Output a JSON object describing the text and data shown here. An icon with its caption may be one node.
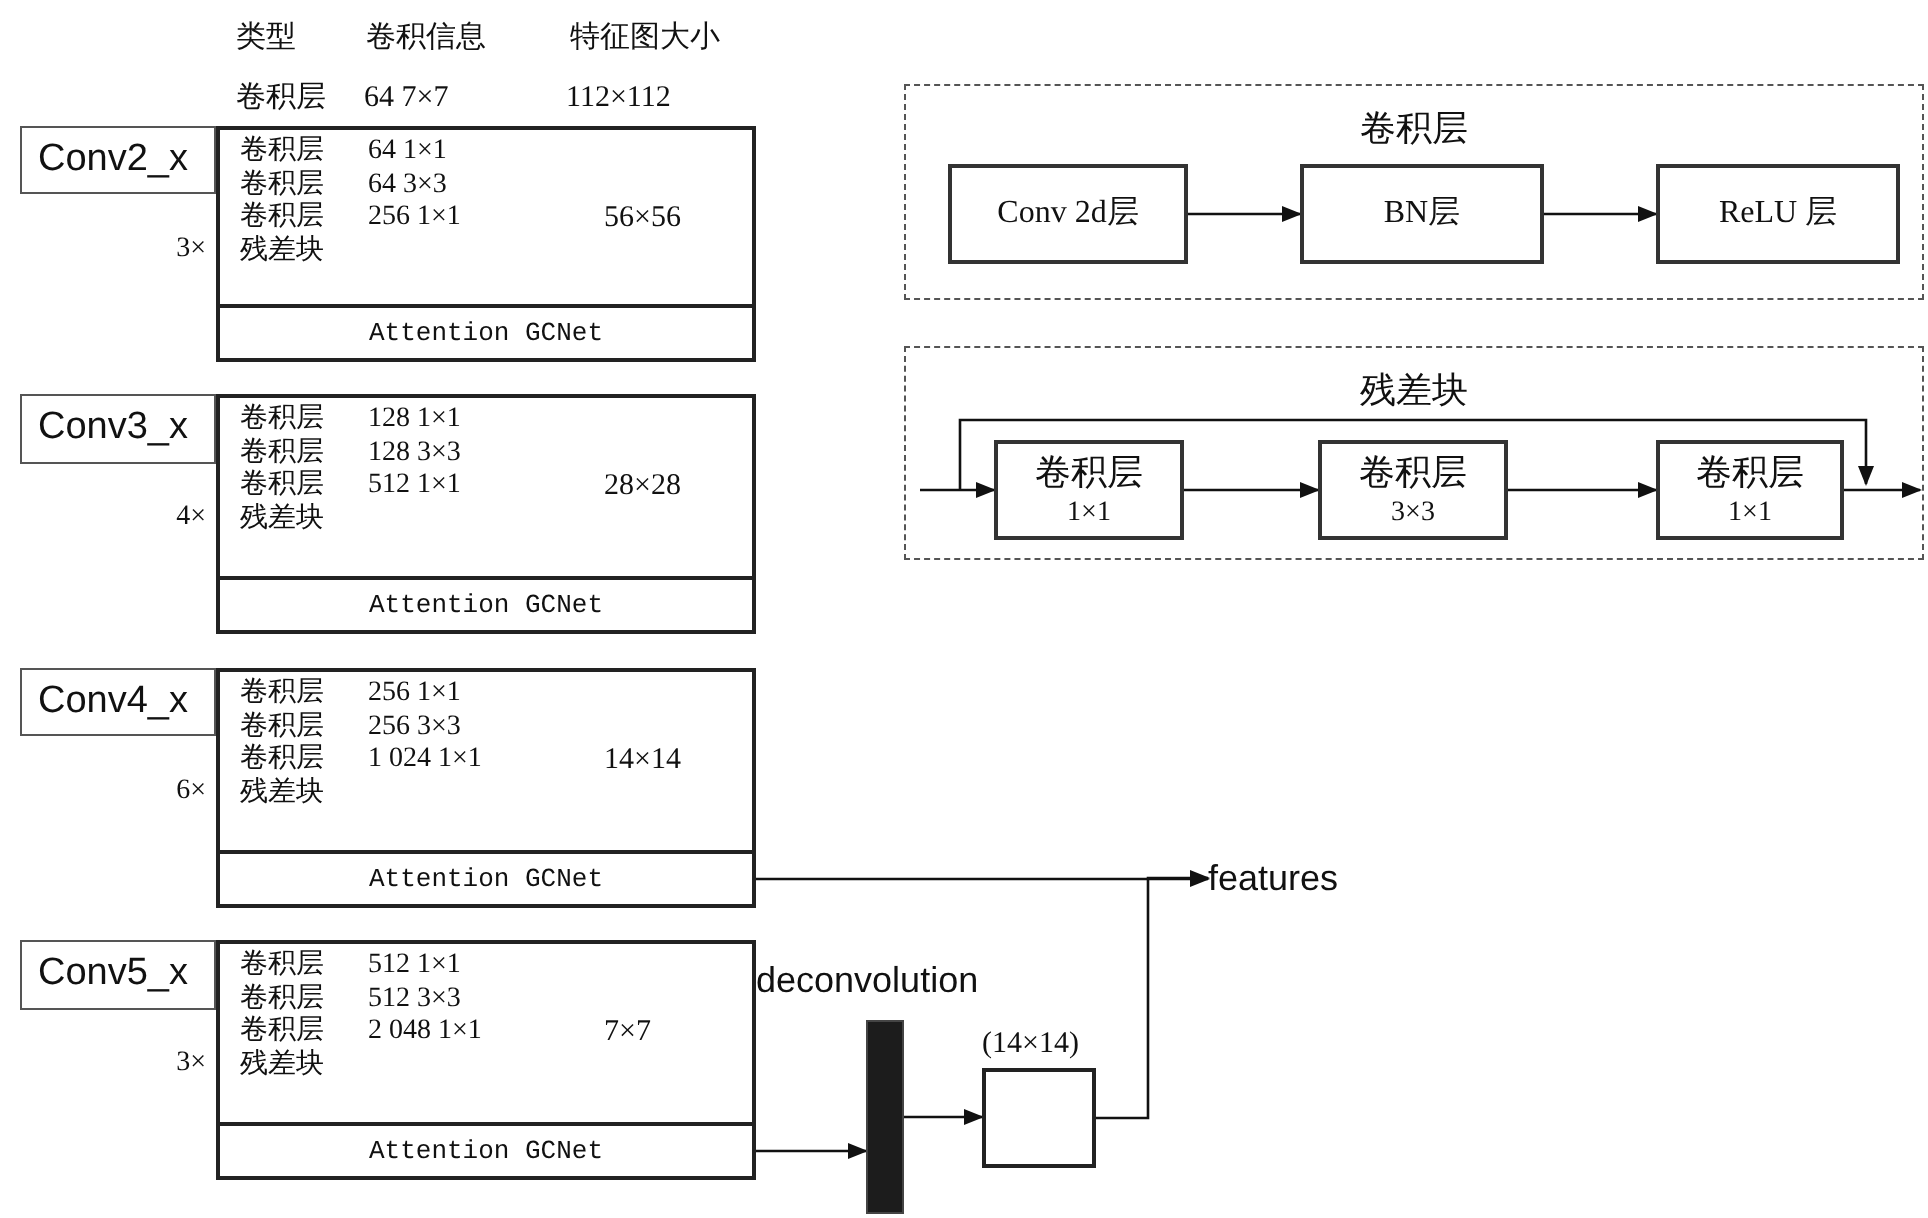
{
  "diagram": {
    "nodes": [
      {
        "text": [
          "Conv2_x"
        ],
        "beside": [
          "3×"
        ]
      },
      {
        "text": [
          "卷积层",
          "64 1×1",
          "卷积层",
          "64 3×3",
          "卷积层",
          "256 1×1",
          "残差块",
          "56×56"
        ]
      },
      {
        "text": [
          "Attention GCNet"
        ],
        "in": 1
      },
      {
        "text": [
          "Conv3_x"
        ],
        "beside": [
          "4×"
        ]
      },
      {
        "text": [
          "卷积层",
          "128 1×1",
          "卷积层",
          "128 3×3",
          "卷积层",
          "512 1×1",
          "残差块",
          "28×28"
        ]
      },
      {
        "text": [
          "Attention GCNet"
        ],
        "in": 4
      },
      {
        "text": [
          "Conv4_x"
        ],
        "beside": [
          "6×"
        ]
      },
      {
        "text": [
          "卷积层",
          "256 1×1",
          "卷积层",
          "256 3×3",
          "卷积层",
          "1 024 1×1",
          "残差块",
          "14×14"
        ]
      },
      {
        "text": [
          "Attention GCNet"
        ],
        "in": 7
      },
      {
        "text": [
          "Conv5_x"
        ],
        "beside": [
          "3×"
        ]
      },
      {
        "text": [
          "卷积层",
          "512 1×1",
          "卷积层",
          "512 3×3",
          "卷积层",
          "2 048 1×1",
          "残差块",
          "7×7"
        ]
      },
      {
        "text": [
          "Attention GCNet"
        ],
        "in": 10
      },
      {
        "text": [],
        "shape": "bar",
        "beside": [
          "deconvolution"
        ]
      },
      {
        "text": [],
        "shape": "box",
        "beside": [
          "(14×14)"
        ]
      },
      {
        "text": [
          "features"
        ]
      },
      {
        "text": [
          "卷积层"
        ]
      },
      {
        "text": [
          "Conv 2d层"
        ],
        "in": 15
      },
      {
        "text": [
          "BN层"
        ],
        "in": 15
      },
      {
        "text": [
          "ReLU 层"
        ],
        "in": 15
      },
      {
        "text": [
          "残差块"
        ]
      },
      {
        "text": [
          "卷积层",
          "1×1"
        ],
        "in": 19
      },
      {
        "text": [
          "卷积层",
          "3×3"
        ],
        "in": 19
      },
      {
        "text": [
          "卷积层",
          "1×1"
        ],
        "in": 19
      }
    ],
    "edges": [
      {
        "from": 8,
        "to": 14,
        "arrow": "to"
      },
      {
        "from": 11,
        "to": 12,
        "arrow": "to"
      },
      {
        "from": 12,
        "to": 13,
        "arrow": "to"
      },
      {
        "from": 13,
        "to": 14,
        "arrow": "to"
      },
      {
        "from": 16,
        "to": 17,
        "arrow": "to"
      },
      {
        "from": 17,
        "to": 18,
        "arrow": "to"
      },
      {
        "from": null,
        "to": 20,
        "arrow": "to"
      },
      {
        "from": 20,
        "to": 21,
        "arrow": "to"
      },
      {
        "from": 21,
        "to": 22,
        "arrow": "to"
      },
      {
        "from": 22,
        "to": null,
        "arrow": "to"
      }
    ],
    "labels": [
      "类型",
      "卷积信息",
      "特征图大小",
      "卷积层",
      "64 7×7",
      "112×112"
    ]
  }
}
